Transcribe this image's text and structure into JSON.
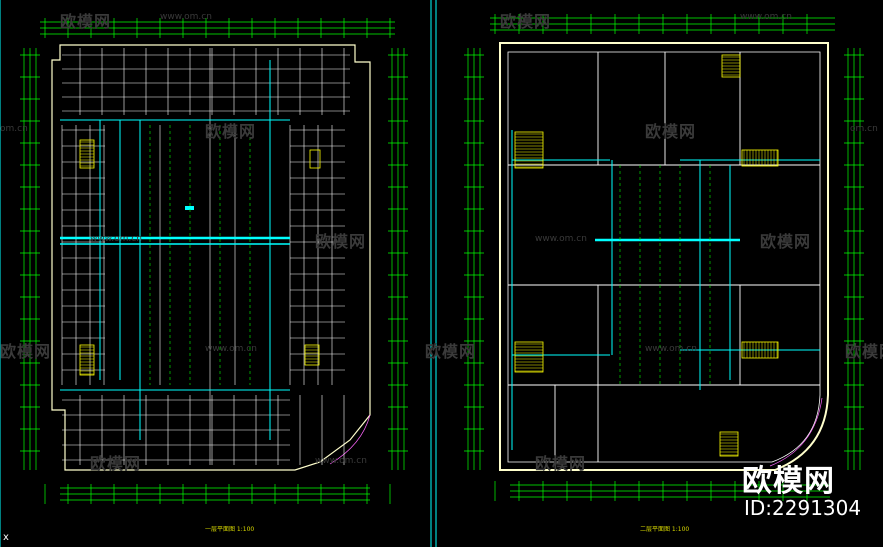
{
  "watermarks": {
    "brand": "欧模网",
    "url": "www.om.cn",
    "url_short": "om.cn"
  },
  "logo": {
    "text": "欧模网",
    "id": "ID:2291304"
  },
  "captions": {
    "left": "一层平面图 1:100",
    "right": "二层平面图 1:100"
  },
  "colors": {
    "background": "#000000",
    "wall_lines": "#ffffff",
    "dimension_lines": "#00ff00",
    "pipes": "#00ffff",
    "stairs": "#ffff00",
    "outline": "#ffffcc",
    "curve_wall": "#ff66ff"
  },
  "cursor_glyph": "x"
}
